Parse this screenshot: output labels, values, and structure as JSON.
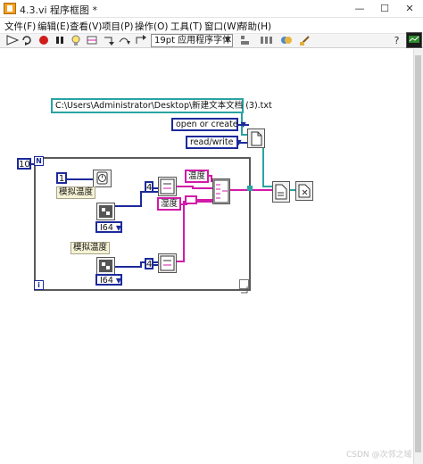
{
  "window": {
    "title": "4.3.vi 程序框图 *",
    "minimize": "—",
    "maximize": "☐",
    "close": "✕"
  },
  "menu": [
    "文件(F)",
    "编辑(E)",
    "查看(V)",
    "项目(P)",
    "操作(O)",
    "工具(T)",
    "窗口(W)",
    "帮助(H)"
  ],
  "toolbar": {
    "font": "19pt 应用程序字体",
    "help": "?"
  },
  "diagram": {
    "file_path": "C:\\Users\\Administrator\\Desktop\\新建文本文档 (3).txt",
    "open_mode": "open or create",
    "access_mode": "read/write",
    "loop_count": "10",
    "loop_n": "N",
    "loop_i": "i",
    "timer_ms": "1",
    "sim_label_1": "模拟温度",
    "sim_label_2": "模拟温度",
    "dtype_1": "I64",
    "dtype_2": "I64",
    "precision_1": "4",
    "precision_2": "4",
    "temp_label": "温度",
    "humidity_label": "湿度"
  },
  "watermark": "CSDN @次邻之域"
}
